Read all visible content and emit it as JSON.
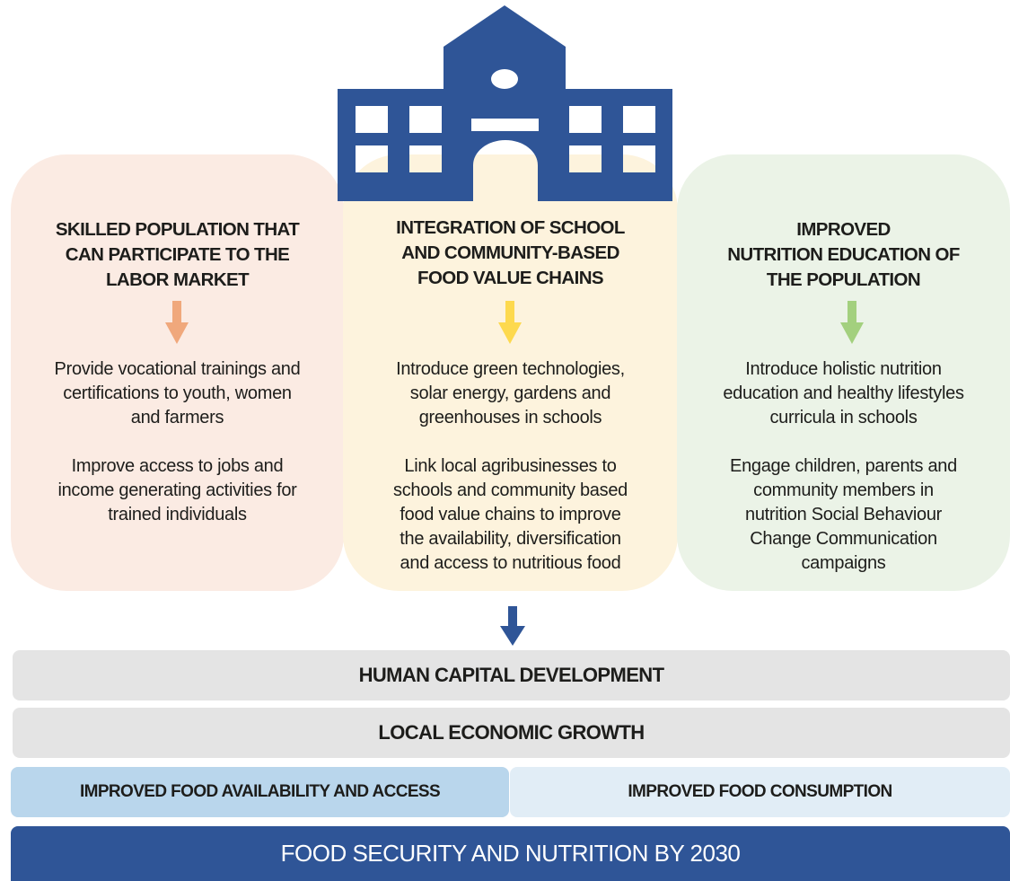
{
  "panels": {
    "left": {
      "heading": "SKILLED POPULATION THAT\nCAN PARTICIPATE TO THE\nLABOR MARKET",
      "items": [
        "Provide vocational trainings and\ncertifications to youth, women\nand farmers",
        "Improve access to jobs and\nincome generating activities for\ntrained individuals"
      ]
    },
    "middle": {
      "heading": "INTEGRATION OF SCHOOL\nAND COMMUNITY-BASED\nFOOD VALUE CHAINS",
      "items": [
        "Introduce green technologies,\nsolar energy, gardens and\ngreenhouses in schools",
        "Link local agribusinesses to\nschools and  community based\nfood value chains to improve\nthe availability, diversification\nand access to nutritious food"
      ]
    },
    "right": {
      "heading": "IMPROVED\nNUTRITION EDUCATION OF\nTHE POPULATION",
      "items": [
        "Introduce holistic nutrition\neducation and healthy lifestyles\ncurricula in schools",
        "Engage children, parents and\ncommunity members in\nnutrition Social Behaviour\nChange Communication\ncampaigns"
      ]
    }
  },
  "outcomes": {
    "human_capital": "HUMAN CAPITAL DEVELOPMENT",
    "economic_growth": "LOCAL ECONOMIC GROWTH",
    "food_availability": "IMPROVED FOOD AVAILABILITY AND ACCESS",
    "food_consumption": "IMPROVED FOOD CONSUMPTION",
    "goal": "FOOD SECURITY AND NUTRITION BY 2030"
  },
  "icons": {
    "building": "school-building-icon",
    "arrow": "arrow-down-icon"
  },
  "colors": {
    "navy": "#2f5597",
    "arrow_orange": "#f0a87c",
    "arrow_yellow": "#fdd94e",
    "arrow_green": "#a3d07e",
    "panel_left": "#fbebe3",
    "panel_middle": "#fdf3dd",
    "panel_right": "#ebf3e7"
  }
}
